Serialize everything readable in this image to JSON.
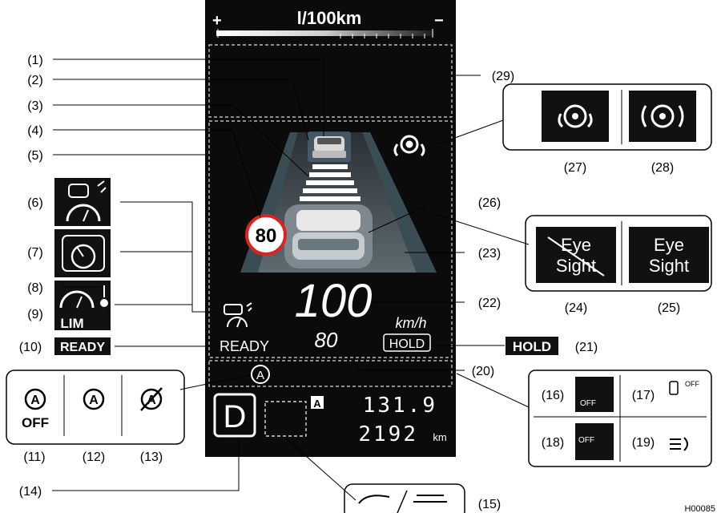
{
  "display": {
    "fuel_unit": "l/100km",
    "plus": "+",
    "minus": "−",
    "speed": "100",
    "speed_unit": "km/h",
    "set_speed": "80",
    "sign_speed": "80",
    "hold": "HOLD",
    "ready": "READY",
    "gear": "D",
    "auto_badge": "A",
    "odo1": "131.9",
    "odo2": "2192",
    "odo2_unit": "km",
    "lim": "LIM",
    "auto_symbol": "A"
  },
  "callouts": {
    "c1": "(1)",
    "c2": "(2)",
    "c3": "(3)",
    "c4": "(4)",
    "c5": "(5)",
    "c6": "(6)",
    "c7": "(7)",
    "c8": "(8)",
    "c9": "(9)",
    "c10": "(10)",
    "c11": "(11)",
    "c12": "(12)",
    "c13": "(13)",
    "c14": "(14)",
    "c15": "(15)",
    "c16": "(16)",
    "c17": "(17)",
    "c18": "(18)",
    "c19": "(19)",
    "c20": "(20)",
    "c21": "(21)",
    "c22": "(22)",
    "c23": "(23)",
    "c24": "(24)",
    "c25": "(25)",
    "c26": "(26)",
    "c27": "(27)",
    "c28": "(28)",
    "c29": "(29)"
  },
  "legend": {
    "ready_label": "READY",
    "hold_label": "HOLD",
    "lim_label": "LIM",
    "auto_off": "OFF",
    "eyesight_line1": "Eye",
    "eyesight_line2": "Sight",
    "off_small": "OFF",
    "off_small2": "OFF",
    "off_small3": "OFF"
  },
  "footer": {
    "image_code": "H00085"
  },
  "colors": {
    "panel": "#0a0a0a",
    "accent": "#ffffff",
    "lines": "#000000"
  }
}
